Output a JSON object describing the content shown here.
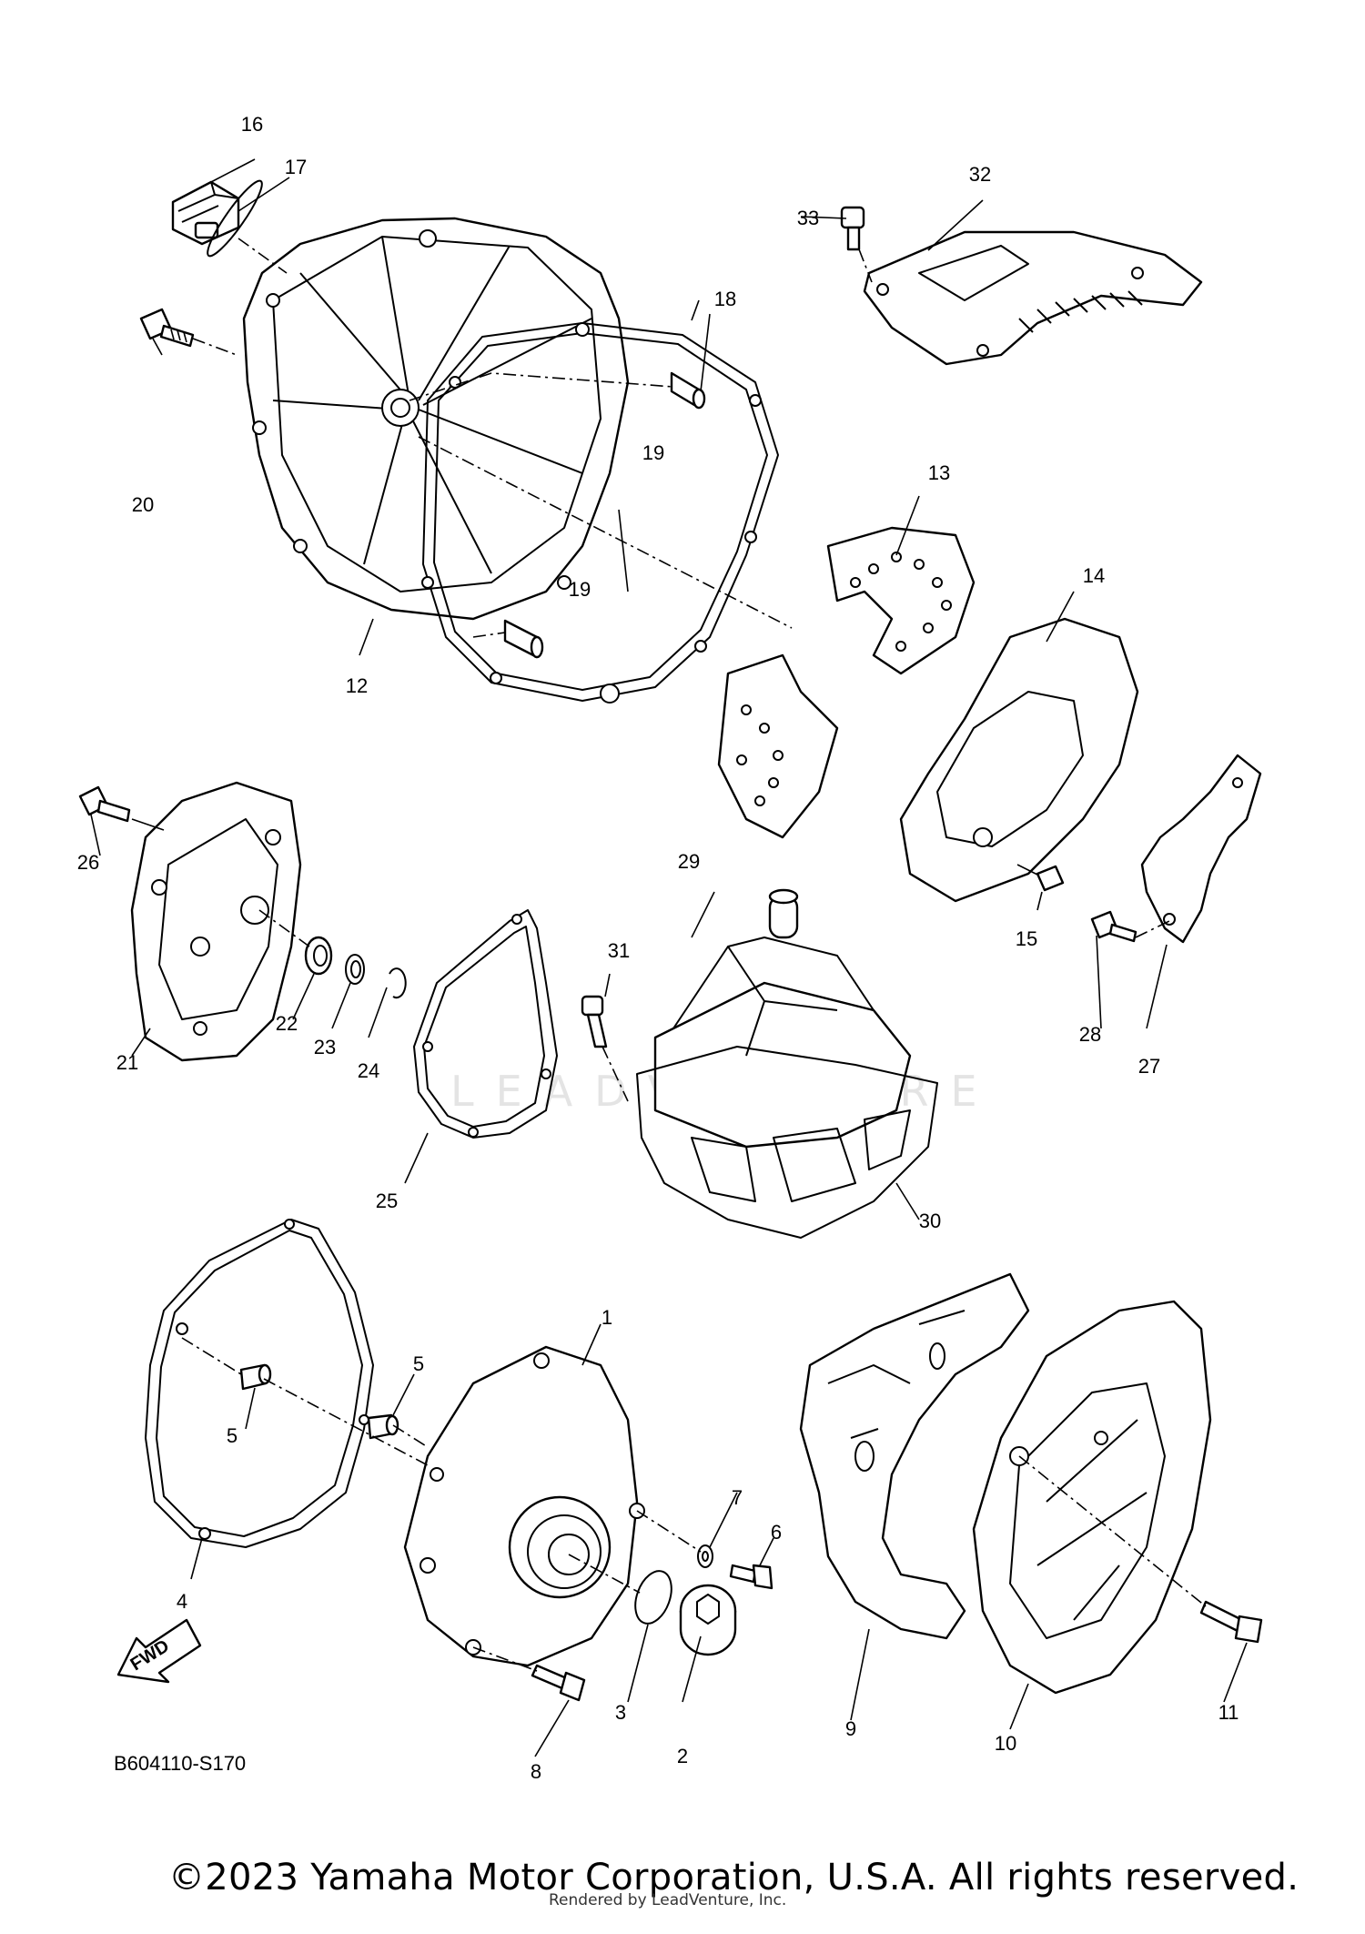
{
  "figure_code": "B604110-S170",
  "copyright": "©2023 Yamaha Motor Corporation, U.S.A. All rights reserved.",
  "rendered_by": "Rendered by LeadVenture, Inc.",
  "watermark": "LEADVENTURE",
  "fwd_label": "FWD",
  "callouts": [
    {
      "id": "1",
      "text": "1"
    },
    {
      "id": "2",
      "text": "2"
    },
    {
      "id": "3",
      "text": "3"
    },
    {
      "id": "4",
      "text": "4"
    },
    {
      "id": "5a",
      "text": "5"
    },
    {
      "id": "5b",
      "text": "5"
    },
    {
      "id": "6",
      "text": "6"
    },
    {
      "id": "7",
      "text": "7"
    },
    {
      "id": "8",
      "text": "8"
    },
    {
      "id": "9",
      "text": "9"
    },
    {
      "id": "10",
      "text": "10"
    },
    {
      "id": "11",
      "text": "11"
    },
    {
      "id": "12",
      "text": "12"
    },
    {
      "id": "13",
      "text": "13"
    },
    {
      "id": "14",
      "text": "14"
    },
    {
      "id": "15",
      "text": "15"
    },
    {
      "id": "16",
      "text": "16"
    },
    {
      "id": "17",
      "text": "17"
    },
    {
      "id": "18",
      "text": "18"
    },
    {
      "id": "19a",
      "text": "19"
    },
    {
      "id": "19b",
      "text": "19"
    },
    {
      "id": "20",
      "text": "20"
    },
    {
      "id": "21",
      "text": "21"
    },
    {
      "id": "22",
      "text": "22"
    },
    {
      "id": "23",
      "text": "23"
    },
    {
      "id": "24",
      "text": "24"
    },
    {
      "id": "25",
      "text": "25"
    },
    {
      "id": "26",
      "text": "26"
    },
    {
      "id": "27",
      "text": "27"
    },
    {
      "id": "28",
      "text": "28"
    },
    {
      "id": "29",
      "text": "29"
    },
    {
      "id": "30",
      "text": "30"
    },
    {
      "id": "31",
      "text": "31"
    },
    {
      "id": "32",
      "text": "32"
    },
    {
      "id": "33",
      "text": "33"
    }
  ]
}
